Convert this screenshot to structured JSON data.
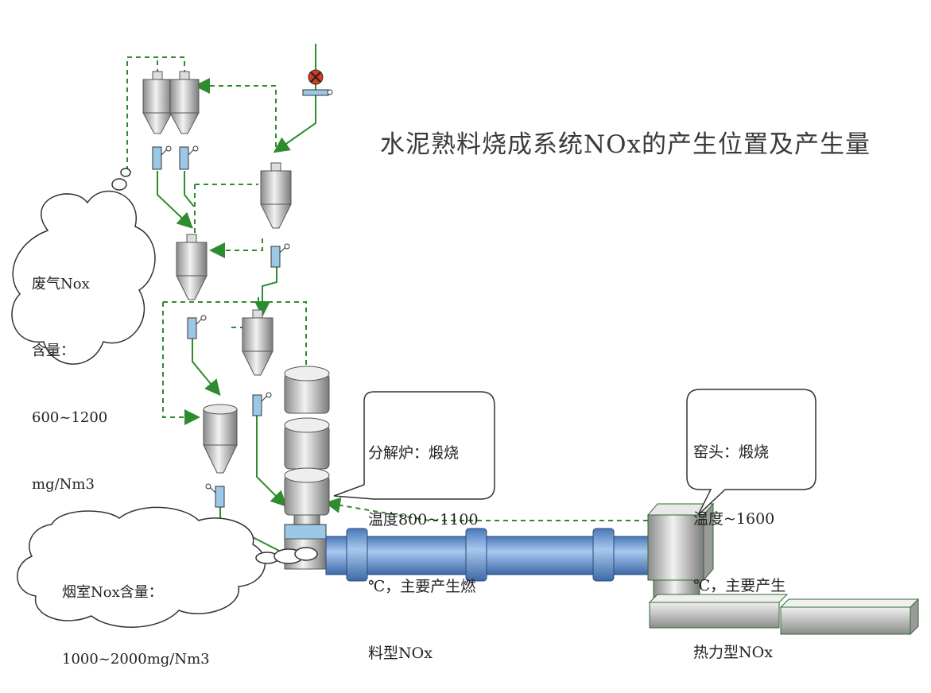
{
  "title": "水泥熟料烧成系统NOx的产生位置及产生量",
  "clouds": {
    "exhaust": {
      "line1": "废气Nox",
      "line2": "含量：",
      "line3": "600~1200",
      "line4": "mg/Nm3"
    },
    "smoke_chamber": {
      "line1": "烟室Nox含量：",
      "line2": "1000~2000mg/Nm3"
    }
  },
  "callouts": {
    "calciner": {
      "line1": "分解炉：煅烧",
      "line2": "温度800~1100",
      "line3": "℃，主要产生燃",
      "line4": "料型NOx"
    },
    "kiln_head": {
      "line1": "窑头：煅烧",
      "line2": "温度~1600",
      "line3": "℃，主要产生",
      "line4": "热力型NOx"
    }
  },
  "colors": {
    "pipe": "#2e8b2e",
    "kiln_blue": "#6f9fd6",
    "valve_blue": "#9cc8e8",
    "steel": "#b8b8b8",
    "burner_red": "#d83a1e"
  },
  "icons": [
    "cyclone-icon",
    "flap-valve-icon",
    "burner-icon",
    "rotary-kiln-icon",
    "calciner-icon",
    "cooler-icon"
  ]
}
